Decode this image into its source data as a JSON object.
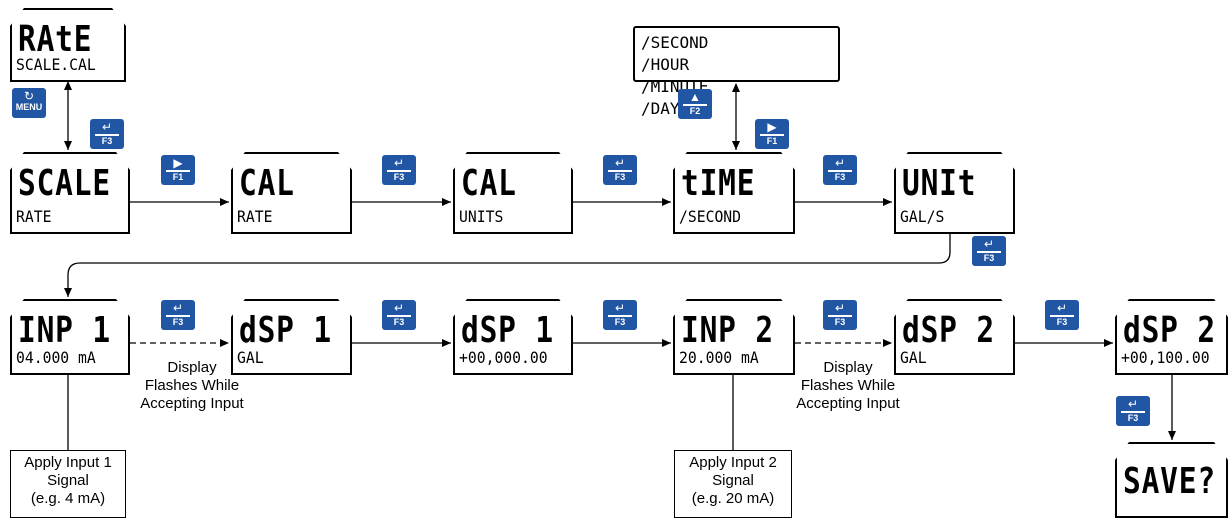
{
  "screens": {
    "rate_scalecal": {
      "big": "RAtE",
      "small": "SCALE.CAL"
    },
    "scale_rate": {
      "big": "SCALE",
      "small": "RATE"
    },
    "cal_rate": {
      "big": "CAL",
      "small": "RATE"
    },
    "cal_units": {
      "big": "CAL",
      "small": "UNITS"
    },
    "time_second": {
      "big": "tIME",
      "small": "/SECOND"
    },
    "unit_gal": {
      "big": "UNIt",
      "small": "GAL/S"
    },
    "inp1": {
      "big": "INP 1",
      "small": "04.000 mA"
    },
    "dsp1_gal": {
      "big": "dSP 1",
      "small": "GAL"
    },
    "dsp1_val": {
      "big": "dSP 1",
      "small": "+00,000.00"
    },
    "inp2": {
      "big": "INP 2",
      "small": "20.000 mA"
    },
    "dsp2_gal": {
      "big": "dSP 2",
      "small": "GAL"
    },
    "dsp2_val": {
      "big": "dSP 2",
      "small": "+00,100.00"
    },
    "save": {
      "big": "SAVE?",
      "small": ""
    }
  },
  "time_options": [
    "/SECOND",
    "/HOUR",
    "/MINUTE",
    "/DAY"
  ],
  "keys": {
    "menu": "MENU",
    "f1": "F1",
    "f2": "F2",
    "f3": "F3"
  },
  "notes": {
    "display_flashes_1": [
      "Display",
      "Flashes While",
      "Accepting Input"
    ],
    "display_flashes_2": [
      "Display",
      "Flashes While",
      "Accepting Input"
    ]
  },
  "boxes": {
    "apply_input_1": [
      "Apply Input 1",
      "Signal",
      "(e.g. 4 mA)"
    ],
    "apply_input_2": [
      "Apply Input 2",
      "Signal",
      "(e.g. 20 mA)"
    ]
  },
  "colors": {
    "key_blue": "#2156a4"
  }
}
